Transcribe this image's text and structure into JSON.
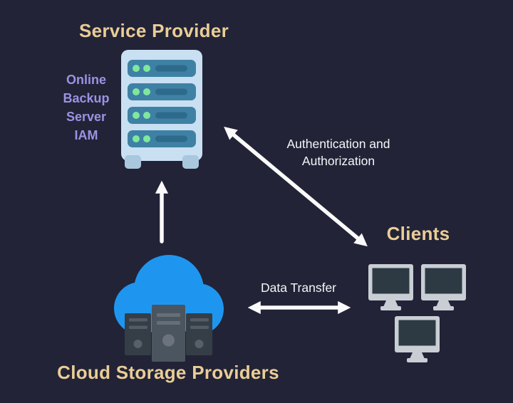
{
  "diagram": {
    "service_provider": {
      "title": "Service Provider"
    },
    "online_backup": {
      "lines": [
        "Online",
        "Backup",
        "Server",
        "IAM"
      ]
    },
    "clients": {
      "title": "Clients"
    },
    "cloud_storage": {
      "title": "Cloud Storage Providers"
    },
    "connections": {
      "auth": {
        "lines": [
          "Authentication and",
          "Authorization"
        ]
      },
      "data": {
        "label": "Data Transfer"
      }
    }
  },
  "colors": {
    "background": "#222337",
    "heading_gold": "#EACD96",
    "subheading_lavender": "#9C92E2",
    "connector_white": "#FAFAFA",
    "cloud_blue": "#1E96F0",
    "server_body": "#C9E0F2",
    "server_row": "#3F81A4",
    "server_led_green": "#7FE89D",
    "server_row_bar": "#2D6A8B",
    "tower_center": "#4B555F",
    "tower_side": "#353E47",
    "monitor_frame": "#C9CED4",
    "monitor_screen": "#2D3A44"
  }
}
